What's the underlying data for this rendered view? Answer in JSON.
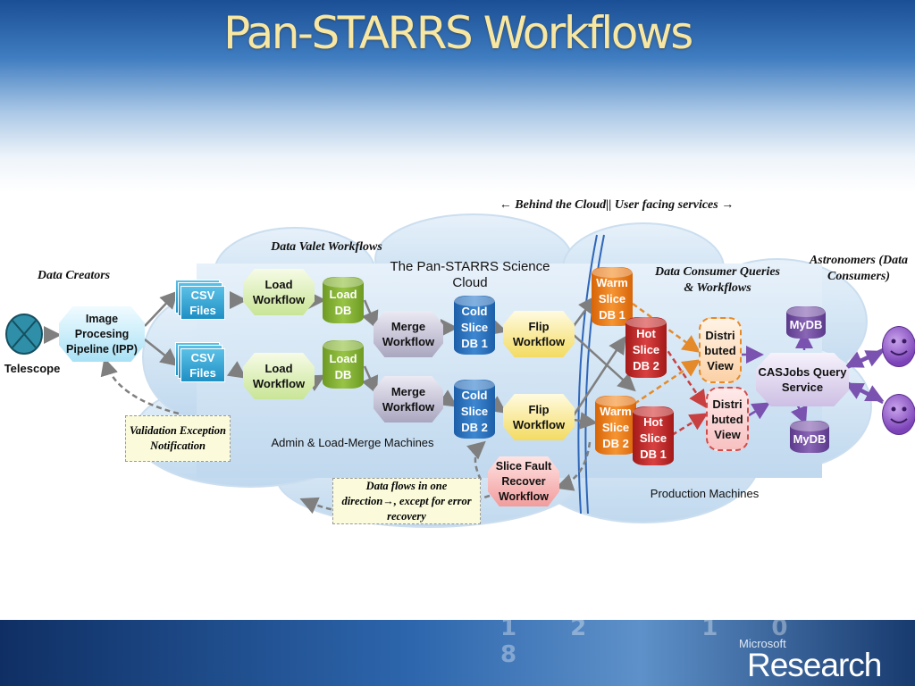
{
  "slide": {
    "title": "Pan-STARRS Workflows"
  },
  "branding": {
    "microsoft": "Microsoft",
    "research": "Research",
    "dial_numbers": "12 10 8"
  },
  "diagram": {
    "header_arrow_text": "← Behind the Cloud|| User facing services →",
    "cloud_title": "The Pan-STARRS Science Cloud",
    "section_labels": {
      "data_creators": "Data Creators",
      "data_valet": "Data Valet Workflows",
      "data_consumer": "Data Consumer Queries & Workflows",
      "astronomers": "Astronomers (Data Consumers)",
      "admin_machines": "Admin & Load-Merge Machines",
      "production_machines": "Production Machines"
    },
    "telescope": {
      "label": "Telescope"
    },
    "ipp": {
      "label": "Image Procesing Pipeline (IPP)"
    },
    "csv_files": [
      "CSV Files",
      "CSV Files"
    ],
    "load_workflows": [
      "Load Workflow",
      "Load Workflow"
    ],
    "load_dbs": [
      "Load DB",
      "Load DB"
    ],
    "merge_workflows": [
      "Merge Workflow",
      "Merge Workflow"
    ],
    "cold_dbs": [
      "Cold Slice DB 1",
      "Cold Slice DB 2"
    ],
    "flip_workflows": [
      "Flip Workflow",
      "Flip Workflow"
    ],
    "warm_dbs": [
      "Warm Slice DB 1",
      "Warm Slice DB 2"
    ],
    "hot_dbs": [
      "Hot Slice DB 2",
      "Hot Slice DB 1"
    ],
    "distributed_views": [
      "Distributed View",
      "Distributed View"
    ],
    "casjobs": "CASJobs Query Service",
    "mydbs": [
      "MyDB",
      "MyDB"
    ],
    "slice_fault": "Slice Fault Recover Workflow",
    "notes": {
      "validation": "Validation Exception Notification",
      "data_flows": "Data flows in one direction→, except for error recovery"
    },
    "colors": {
      "title": "#f7e7a2",
      "load_db": "#98c446",
      "cold_db": "#3d87d0",
      "warm_db": "#f69432",
      "hot_db": "#d94141",
      "mydb": "#8a66b6",
      "flip_workflow": "#f3db62",
      "merge_workflow": "#a9a6c0"
    },
    "icons": {
      "telescope": "telescope-x-circle-icon",
      "astronomer": "smiley-face-icon"
    }
  }
}
